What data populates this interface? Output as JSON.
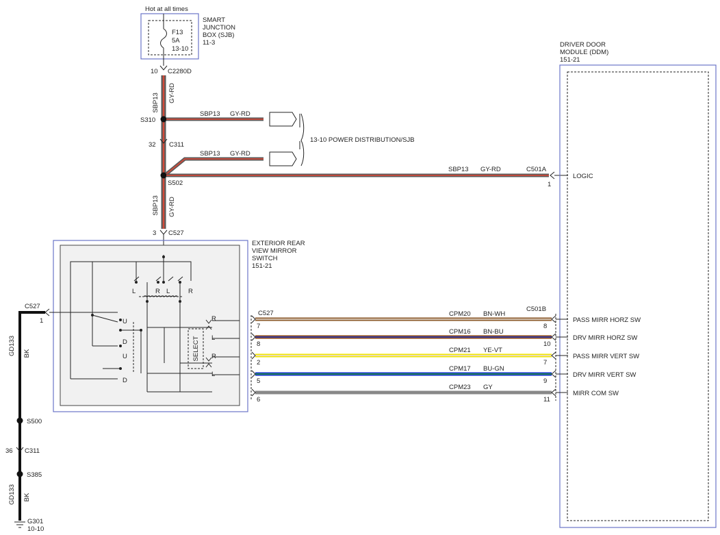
{
  "top": {
    "hot_label": "Hot at all times",
    "fuse_name": "F13",
    "fuse_rating": "5A",
    "fuse_ref": "13-10",
    "sjb_title": [
      "SMART",
      "JUNCTION",
      "BOX (SJB)",
      "11-3"
    ]
  },
  "connectors": {
    "c2280d_pin": "10",
    "c2280d": "C2280D",
    "c311_pin": "32",
    "c311": "C311",
    "c527_pin": "3",
    "c527": "C527",
    "c501a": "C501A",
    "c501a_pin": "1",
    "c501b": "C501B",
    "c527_left": "C527",
    "c527_left_pin": "1",
    "c527_right": "C527",
    "c311_low_pin": "36",
    "c311_low": "C311"
  },
  "splices": {
    "s310": "S310",
    "s502": "S502",
    "s500": "S500",
    "s385": "S385",
    "g301": "G301",
    "g301_ref": "10-10"
  },
  "wires": {
    "sbp13": "SBP13",
    "gy_rd": "GY-RD",
    "gd133": "GD133",
    "bk": "BK"
  },
  "power_dist": "13-10  POWER DISTRIBUTION/SJB",
  "ddm": {
    "title": [
      "DRIVER DOOR",
      "MODULE (DDM)",
      "151-21"
    ],
    "logic": "LOGIC"
  },
  "mirror_switch": {
    "title": [
      "EXTERIOR REAR",
      "VIEW MIRROR",
      "SWITCH",
      "151-21"
    ],
    "select": "SELECT",
    "L": "L",
    "R": "R",
    "U": "U",
    "D": "D"
  },
  "signals": [
    {
      "circuit": "CPM20",
      "color_code": "BN-WH",
      "left_pin": "7",
      "right_pin": "8",
      "switch_pos": "R",
      "name": "PASS MIRR HORZ SW",
      "color_a": "#8b5a2b",
      "color_b": "#e8e0d8"
    },
    {
      "circuit": "CPM16",
      "color_code": "BN-BU",
      "left_pin": "8",
      "right_pin": "10",
      "switch_pos": "L",
      "name": "DRV MIRR HORZ SW",
      "color_a": "#8b4513",
      "color_b": "#1f3fd0"
    },
    {
      "circuit": "CPM21",
      "color_code": "YE-VT",
      "left_pin": "2",
      "right_pin": "7",
      "switch_pos": "R",
      "name": "PASS MIRR VERT SW",
      "color_a": "#f2e600",
      "color_b": "#e8d8f0"
    },
    {
      "circuit": "CPM17",
      "color_code": "BU-GN",
      "left_pin": "5",
      "right_pin": "9",
      "switch_pos": "L",
      "name": "DRV MIRR VERT SW",
      "color_a": "#1030d0",
      "color_b": "#2ca02c"
    },
    {
      "circuit": "CPM23",
      "color_code": "GY",
      "left_pin": "6",
      "right_pin": "11",
      "switch_pos": "",
      "name": "MIRR COM SW",
      "color_a": "#888888",
      "color_b": "#888888"
    }
  ],
  "colors": {
    "gy_rd_outer": "#5a5a5a",
    "gy_rd_inner": "#d24b3a",
    "box_outline": "#6a74c8"
  }
}
